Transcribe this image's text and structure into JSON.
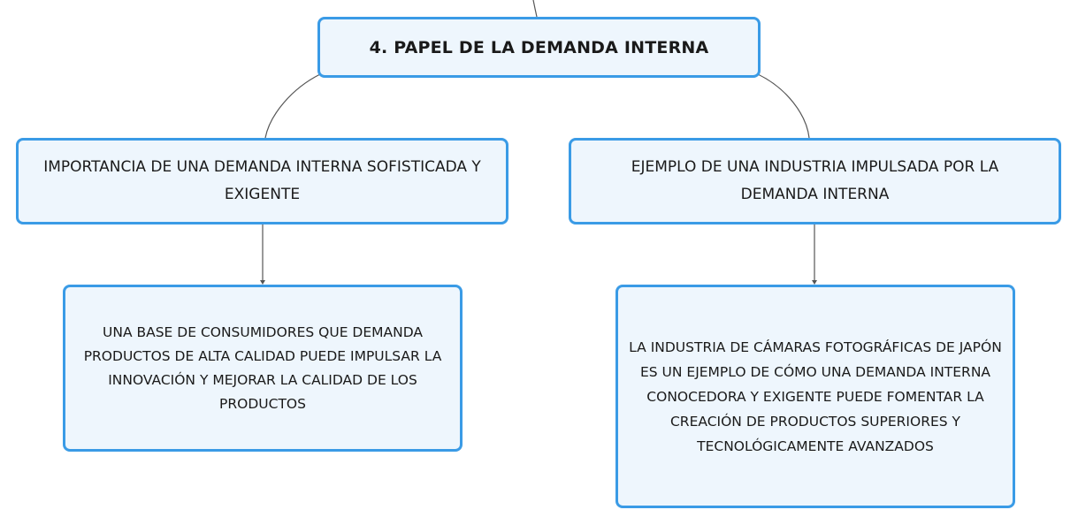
{
  "diagram": {
    "root": {
      "title": "4. PAPEL DE LA DEMANDA INTERNA"
    },
    "branches": [
      {
        "title": "IMPORTANCIA DE UNA DEMANDA INTERNA SOFISTICADA Y EXIGENTE",
        "detail": "UNA BASE DE CONSUMIDORES QUE DEMANDA PRODUCTOS DE ALTA CALIDAD PUEDE IMPULSAR LA INNOVACIÓN Y MEJORAR LA CALIDAD DE LOS PRODUCTOS"
      },
      {
        "title": "EJEMPLO DE UNA INDUSTRIA IMPULSADA POR LA DEMANDA INTERNA",
        "detail": "LA INDUSTRIA DE CÁMARAS FOTOGRÁFICAS DE JAPÓN ES UN EJEMPLO DE CÓMO UNA DEMANDA INTERNA CONOCEDORA Y EXIGENTE PUEDE FOMENTAR LA CREACIÓN DE PRODUCTOS SUPERIORES Y TECNOLÓGICAMENTE AVANZADOS"
      }
    ],
    "colors": {
      "node_border": "#3a9be6",
      "node_fill": "#eef6fd",
      "connector": "#555555"
    }
  }
}
